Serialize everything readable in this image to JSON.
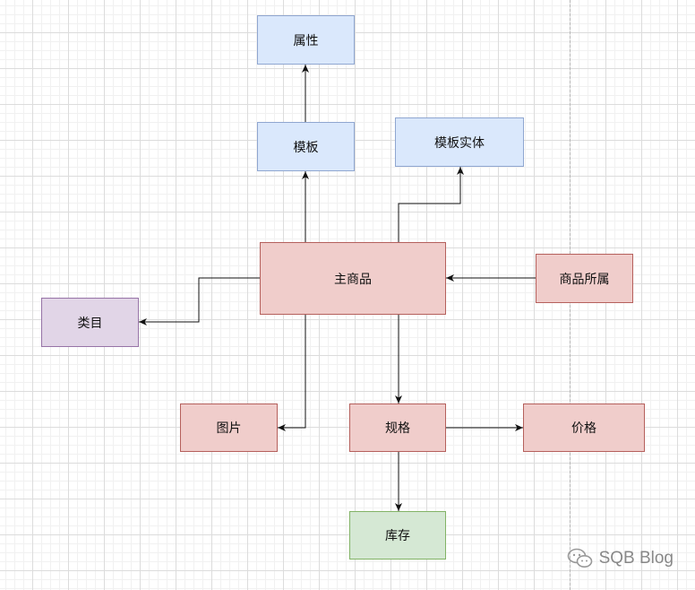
{
  "nodes": {
    "attribute": "属性",
    "template": "模板",
    "template_entity": "模板实体",
    "main_product": "主商品",
    "product_owner": "商品所属",
    "category": "类目",
    "image": "图片",
    "spec": "规格",
    "price": "价格",
    "stock": "库存"
  },
  "watermark": {
    "text": "SQB Blog",
    "icon": "wechat-icon"
  },
  "colors": {
    "blue_fill": "#dae8fc",
    "blue_stroke": "#8fa6d0",
    "red_fill": "#f0cdcb",
    "red_stroke": "#b5605c",
    "purple_fill": "#e1d5e7",
    "purple_stroke": "#9673a6",
    "green_fill": "#d5e8d4",
    "green_stroke": "#82b366"
  }
}
